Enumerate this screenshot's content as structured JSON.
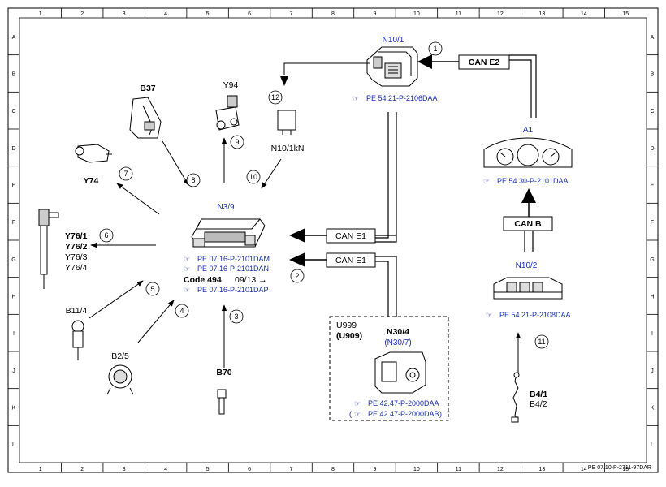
{
  "grid": {
    "cols": [
      "1",
      "2",
      "3",
      "4",
      "5",
      "6",
      "7",
      "8",
      "9",
      "10",
      "11",
      "12",
      "13",
      "14",
      "15"
    ],
    "rows": [
      "A",
      "B",
      "C",
      "D",
      "E",
      "F",
      "G",
      "H",
      "I",
      "J",
      "K",
      "L"
    ]
  },
  "doc_id": "PE 07.10-P-2711-97DAR",
  "components": {
    "n10_1": {
      "label": "N10/1",
      "ref": "PE 54.21-P-2106DAA"
    },
    "a1": {
      "label": "A1",
      "ref": "PE 54.30-P-2101DAA"
    },
    "n10_2": {
      "label": "N10/2",
      "ref": "PE 54.21-P-2108DAA"
    },
    "n3_9": {
      "label": "N3/9",
      "refs": [
        "PE 07.16-P-2101DAM",
        "PE 07.16-P-2101DAN"
      ],
      "code_label": "Code 494",
      "code_date": "09/13 →",
      "ref3": "PE 07.16-P-2101DAP"
    },
    "n10_1kn": {
      "label": "N10/1kN"
    },
    "b37": {
      "label": "B37"
    },
    "y94": {
      "label": "Y94"
    },
    "y74": {
      "label": "Y74"
    },
    "y76": {
      "labels": [
        "Y76/1",
        "Y76/2",
        "Y76/3",
        "Y76/4"
      ]
    },
    "b11_4": {
      "label": "B11/4"
    },
    "b2_5": {
      "label": "B2/5"
    },
    "b70": {
      "label": "B70"
    },
    "u999": {
      "label1": "U999",
      "label2": "(U909)",
      "comp": "N30/4",
      "comp_alt": "(N30/7)",
      "ref1": "PE 42.47-P-2000DAA",
      "ref2_prefix": "(",
      "ref2": "PE 42.47-P-2000DAB",
      "ref2_suffix": ")"
    },
    "b4": {
      "labels": [
        "B4/1",
        "B4/2"
      ]
    }
  },
  "bus": {
    "can_e2": "CAN E2",
    "can_b": "CAN B",
    "can_e1": "CAN E1"
  },
  "circles": [
    "1",
    "2",
    "3",
    "4",
    "5",
    "6",
    "7",
    "8",
    "9",
    "10",
    "11",
    "12"
  ]
}
